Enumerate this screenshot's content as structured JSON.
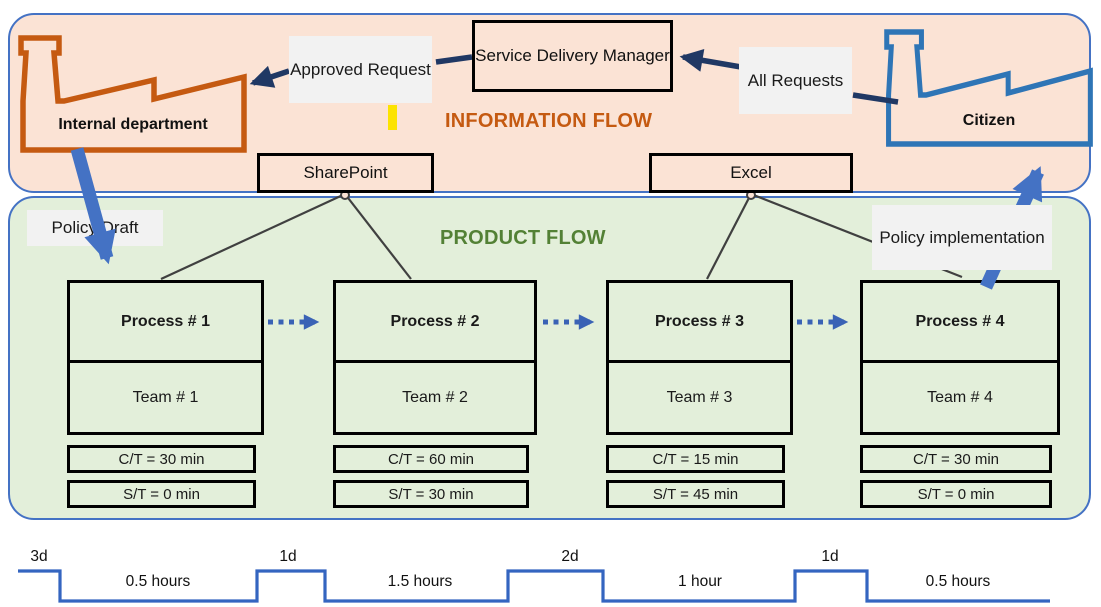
{
  "diagram": {
    "info_flow": {
      "title": "INFORMATION FLOW",
      "supplier": {
        "label": "Internal department"
      },
      "customer": {
        "label": "Citizen"
      },
      "manager_box": {
        "label": "Service Delivery Manager"
      },
      "approved_request_label": "Approved Request",
      "all_requests_label": "All Requests",
      "systems": {
        "sharepoint": "SharePoint",
        "excel": "Excel"
      }
    },
    "product_flow": {
      "title": "PRODUCT FLOW",
      "input_label": "Policy Draft",
      "output_label": "Policy implementation",
      "processes": [
        {
          "title": "Process # 1",
          "team": "Team # 1",
          "cycle_time": "C/T = 30 min",
          "setup_time": "S/T = 0 min"
        },
        {
          "title": "Process # 2",
          "team": "Team # 2",
          "cycle_time": "C/T = 60 min",
          "setup_time": "S/T = 30 min"
        },
        {
          "title": "Process # 3",
          "team": "Team # 3",
          "cycle_time": "C/T = 15 min",
          "setup_time": "S/T = 45 min"
        },
        {
          "title": "Process # 4",
          "team": "Team # 4",
          "cycle_time": "C/T = 30 min",
          "setup_time": "S/T = 0 min"
        }
      ]
    },
    "timeline": {
      "segments": [
        {
          "label": "3d",
          "level": "high"
        },
        {
          "label": "0.5 hours",
          "level": "low"
        },
        {
          "label": "1d",
          "level": "high"
        },
        {
          "label": "1.5 hours",
          "level": "low"
        },
        {
          "label": "2d",
          "level": "high"
        },
        {
          "label": "1 hour",
          "level": "low"
        },
        {
          "label": "1d",
          "level": "high"
        },
        {
          "label": "0.5 hours",
          "level": "low"
        }
      ]
    },
    "colors": {
      "info_panel_bg": "#FBE3D5",
      "product_panel_bg": "#E3EFDA",
      "panel_border": "#4472C4",
      "info_title": "#C55A11",
      "product_title": "#538135",
      "supplier_icon": "#C55A11",
      "customer_icon": "#2E75B6",
      "navy_arrow": "#203864",
      "blue_arrow": "#4472C4",
      "timeline_line": "#3465C0",
      "yellow_marker": "#FCE300",
      "label_bg": "#F2F2F2"
    }
  }
}
